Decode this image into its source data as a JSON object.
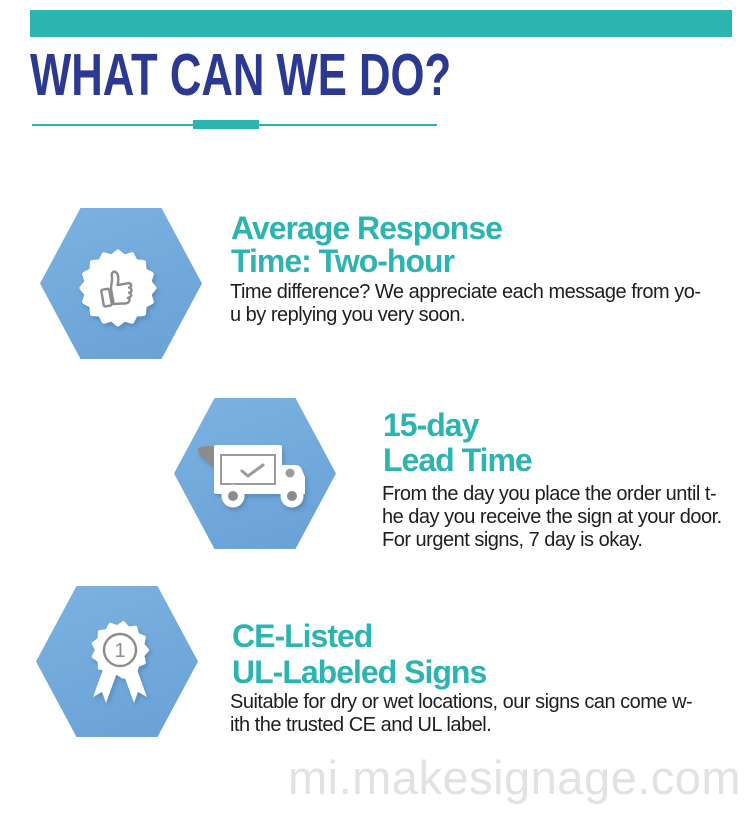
{
  "page": {
    "title": "WHAT CAN WE DO?"
  },
  "colors": {
    "teal_accent": "#2CB4B1",
    "navy_title": "#2B3991",
    "body_text": "#1E1E1E",
    "hexagon_blue": "#6FA8DB",
    "icon_gray": "#8C8C8C",
    "watermark_gray": "#E2E2E2"
  },
  "sections": [
    {
      "icon": "thumbs-up-badge",
      "heading": [
        "Average Response",
        "Time: Two-hour"
      ],
      "body": [
        "Time difference? We appreciate each message from yo-",
        "u by replying you very soon."
      ]
    },
    {
      "icon": "delivery-truck",
      "heading": [
        "15-day",
        "Lead Time"
      ],
      "body": [
        "From the day you place the order until t-",
        "he day you receive the sign at your door.",
        "For urgent signs, 7 day is okay."
      ]
    },
    {
      "icon": "award-ribbon",
      "heading": [
        "CE-Listed",
        "UL-Labeled Signs"
      ],
      "body": [
        "Suitable for dry or wet locations, our signs can come w-",
        "ith the trusted CE and UL label."
      ]
    }
  ],
  "medal_number": "1",
  "watermark": {
    "text": "mi.makesignage.com"
  }
}
